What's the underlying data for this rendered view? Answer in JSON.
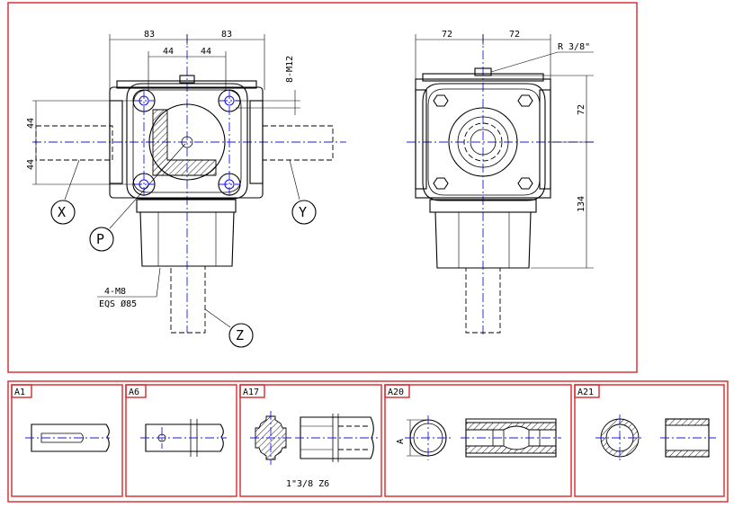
{
  "main_drawing": {
    "front_view": {
      "dim_top_outer_left": "83",
      "dim_top_outer_right": "83",
      "dim_top_inner_left": "44",
      "dim_top_inner_right": "44",
      "dim_left_upper": "44",
      "dim_left_lower": "44",
      "thread_note": "8-M12",
      "mount_note_line1": "4-M8",
      "mount_note_line2": "EQS Ø85",
      "shaft_labels": {
        "x": "X",
        "y": "Y",
        "z": "Z",
        "p": "P"
      }
    },
    "side_view": {
      "dim_top_left": "72",
      "dim_top_right": "72",
      "dim_right_upper": "72",
      "dim_right_lower": "134",
      "port_note": "R 3/8\""
    }
  },
  "shaft_options": [
    {
      "code": "A1",
      "caption": ""
    },
    {
      "code": "A6",
      "caption": ""
    },
    {
      "code": "A17",
      "caption": "1\"3/8 Z6"
    },
    {
      "code": "A20",
      "caption": "",
      "dim_label": "A"
    },
    {
      "code": "A21",
      "caption": ""
    }
  ],
  "colors": {
    "frame": "#d9262a",
    "centerline": "#1a1ae6",
    "line": "#000000"
  }
}
